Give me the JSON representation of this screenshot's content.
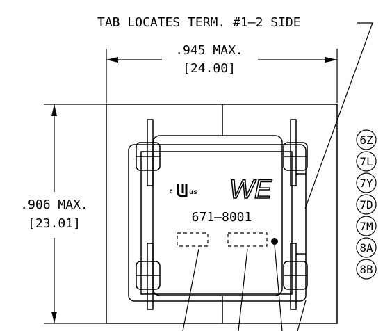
{
  "tab_note": "TAB LOCATES TERM. #1–2 SIDE",
  "width_dim": {
    "max": ".945 MAX.",
    "metric": "[24.00]"
  },
  "height_dim": {
    "max": ".906 MAX.",
    "metric": "[23.01]"
  },
  "part_number": "671–8001",
  "logo_text": "WE",
  "ul_mark": {
    "c": "c",
    "us": "us"
  },
  "callouts": [
    "6Z",
    "7L",
    "7Y",
    "7D",
    "7M",
    "8A",
    "8B"
  ]
}
